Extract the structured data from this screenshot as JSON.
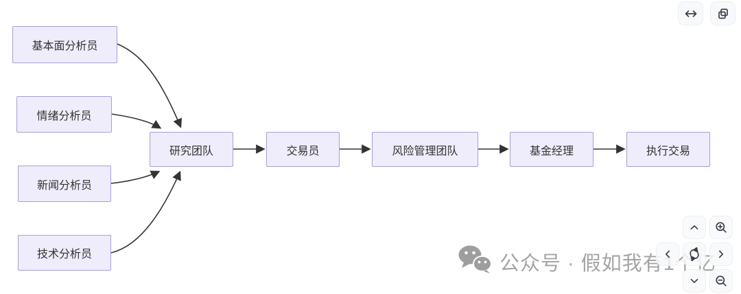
{
  "diagram": {
    "nodes": [
      {
        "label": "基本面分析员"
      },
      {
        "label": "情绪分析员"
      },
      {
        "label": "新闻分析员"
      },
      {
        "label": "技术分析员"
      },
      {
        "label": "研究团队"
      },
      {
        "label": "交易员"
      },
      {
        "label": "风险管理团队"
      },
      {
        "label": "基金经理"
      },
      {
        "label": "执行交易"
      }
    ],
    "edges": [
      {
        "from": "基本面分析员",
        "to": "研究团队"
      },
      {
        "from": "情绪分析员",
        "to": "研究团队"
      },
      {
        "from": "新闻分析员",
        "to": "研究团队"
      },
      {
        "from": "技术分析员",
        "to": "研究团队"
      },
      {
        "from": "研究团队",
        "to": "交易员"
      },
      {
        "from": "交易员",
        "to": "风险管理团队"
      },
      {
        "from": "风险管理团队",
        "to": "基金经理"
      },
      {
        "from": "基金经理",
        "to": "执行交易"
      }
    ],
    "colors": {
      "node_fill": "#efecfb",
      "node_border": "#a6a0d2",
      "node_text": "#333333",
      "edge": "#333333"
    }
  },
  "toolbar": {
    "buttons": [
      {
        "name": "fit-width",
        "icon": "horizontal-resize-icon"
      },
      {
        "name": "copy",
        "icon": "copy-icon"
      }
    ]
  },
  "nav_pad": {
    "buttons": [
      {
        "name": "pan-up",
        "icon": "chevron-up-icon"
      },
      {
        "name": "zoom-in",
        "icon": "magnifier-plus-icon"
      },
      {
        "name": "pan-left",
        "icon": "chevron-left-icon"
      },
      {
        "name": "reset-view",
        "icon": "sync-icon"
      },
      {
        "name": "pan-right",
        "icon": "chevron-right-icon"
      },
      {
        "name": "pan-down",
        "icon": "chevron-down-icon"
      },
      {
        "name": "zoom-out",
        "icon": "magnifier-minus-icon"
      }
    ]
  },
  "watermark": {
    "icon": "wechat-icon",
    "text": "公众号 · 假如我有1个亿",
    "color": "#a4a4a4"
  }
}
